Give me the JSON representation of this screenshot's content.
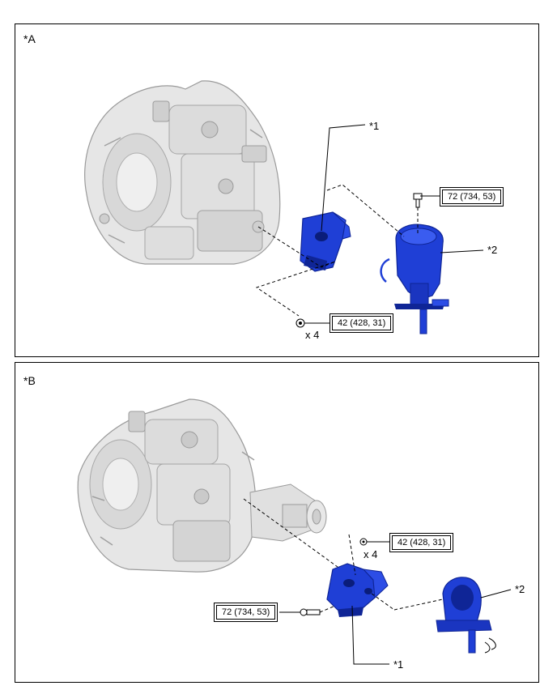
{
  "panels": [
    {
      "label": "*A",
      "callouts": {
        "part1": "*1",
        "part2": "*2",
        "qty": "x 4"
      },
      "torques": {
        "upper": "72 (734, 53)",
        "lower": "42 (428, 31)"
      }
    },
    {
      "label": "*B",
      "callouts": {
        "part1": "*1",
        "part2": "*2",
        "qty": "x 4"
      },
      "torques": {
        "upper": "42 (428, 31)",
        "lower": "72 (734, 53)"
      }
    }
  ],
  "colors": {
    "part_blue": "#1f3fd6",
    "part_blue_dark": "#0f2596",
    "transmission_gray": "#e3e3e3",
    "transmission_shadow": "#b9b9b9"
  }
}
